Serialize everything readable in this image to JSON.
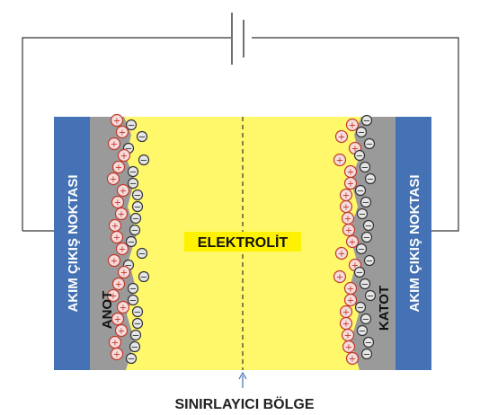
{
  "labels": {
    "left_collector": "AKIM ÇIKIŞ NOKTASI",
    "right_collector": "AKIM ÇIKIŞ NOKTASI",
    "anode": "ANOT",
    "cathode": "KATOT",
    "electrolyte": "ELEKTROLİT",
    "boundary": "SINIRLAYICI BÖLGE"
  },
  "ion_symbols": {
    "positive": "+",
    "negative": "−"
  },
  "colors": {
    "collector": "#4472b4",
    "electrode": "#9a9a9a",
    "electrolyte": "#fff86a",
    "electrolyte_label_bg": "#fff200",
    "wire": "#333333",
    "positive_ion_stroke": "#c0392b",
    "positive_ion_fill": "#f7dcdc",
    "negative_ion_stroke": "#333333",
    "negative_ion_fill": "#e6e6e6"
  }
}
